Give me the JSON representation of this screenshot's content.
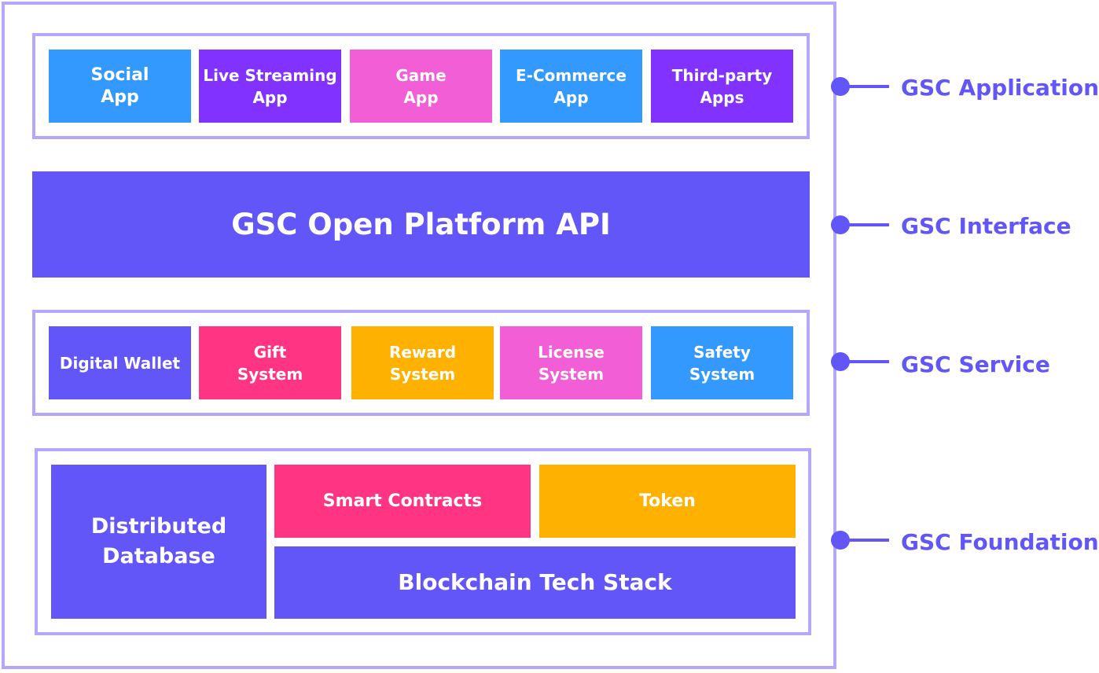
{
  "colors": {
    "frame": "#b3a8fb",
    "label": "#6356f8",
    "blue": "#3399ff",
    "purple": "#8232ff",
    "pink": "#f25ed6",
    "indigo": "#6356f8",
    "magenta": "#ff3584",
    "orange": "#ffb100"
  },
  "application": {
    "boxes": [
      {
        "line1": "Social",
        "line2": "App"
      },
      {
        "line1": "Live Streaming",
        "line2": "App"
      },
      {
        "line1": "Game",
        "line2": "App"
      },
      {
        "line1": "E-Commerce",
        "line2": "App"
      },
      {
        "line1": "Third-party",
        "line2": "Apps"
      }
    ]
  },
  "interface": {
    "title": "GSC Open Platform API"
  },
  "service": {
    "boxes": [
      {
        "line1": "Digital Wallet",
        "line2": ""
      },
      {
        "line1": "Gift",
        "line2": "System"
      },
      {
        "line1": "Reward",
        "line2": "System"
      },
      {
        "line1": "License",
        "line2": "System"
      },
      {
        "line1": "Safety",
        "line2": "System"
      }
    ]
  },
  "foundation": {
    "database": {
      "line1": "Distributed",
      "line2": "Database"
    },
    "smart_contracts": "Smart Contracts",
    "token": "Token",
    "blockchain": "Blockchain Tech Stack"
  },
  "layers": {
    "application": "GSC Application",
    "interface": "GSC Interface",
    "service": "GSC Service",
    "foundation": "GSC Foundation"
  }
}
